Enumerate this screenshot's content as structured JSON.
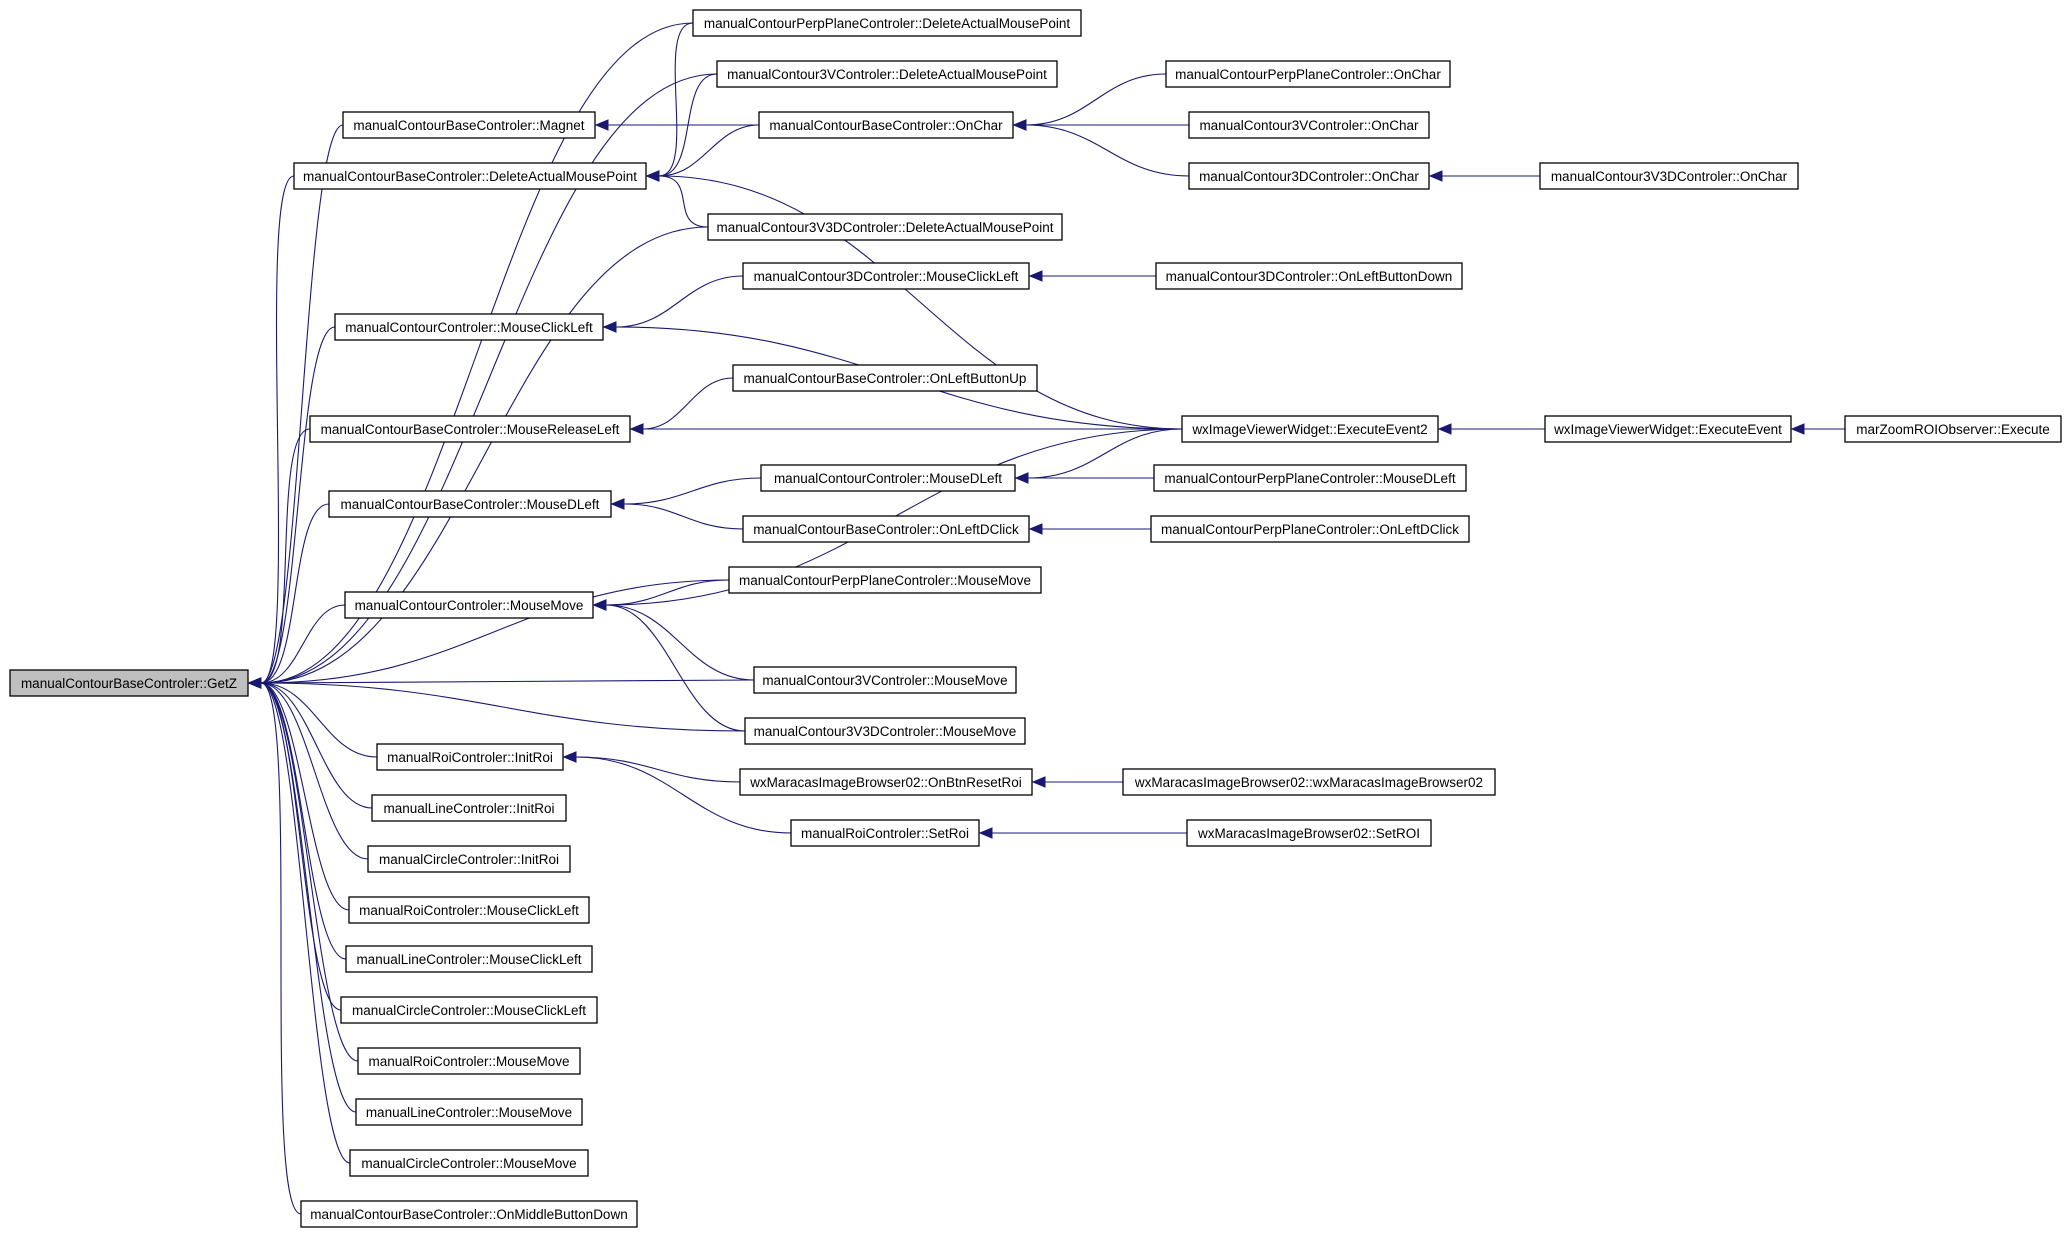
{
  "graph": {
    "root": "n_getz",
    "colors": {
      "edge": "#191970",
      "root_fill": "#bfbfbf",
      "node_fill": "#ffffff",
      "node_border": "#000000"
    },
    "nodes": [
      {
        "id": "n_getz",
        "label": "manualContourBaseControler::GetZ"
      },
      {
        "id": "n_pp_delete",
        "label": "manualContourPerpPlaneControler::DeleteActualMousePoint"
      },
      {
        "id": "n_3v_delete",
        "label": "manualContour3VControler::DeleteActualMousePoint"
      },
      {
        "id": "n_magnet",
        "label": "manualContourBaseControler::Magnet"
      },
      {
        "id": "n_base_onchar",
        "label": "manualContourBaseControler::OnChar"
      },
      {
        "id": "n_pp_onchar",
        "label": "manualContourPerpPlaneControler::OnChar"
      },
      {
        "id": "n_3v_onchar",
        "label": "manualContour3VControler::OnChar"
      },
      {
        "id": "n_3d_onchar",
        "label": "manualContour3DControler::OnChar"
      },
      {
        "id": "n_3v3d_onchar",
        "label": "manualContour3V3DControler::OnChar"
      },
      {
        "id": "n_base_delete",
        "label": "manualContourBaseControler::DeleteActualMousePoint"
      },
      {
        "id": "n_3v3d_delete",
        "label": "manualContour3V3DControler::DeleteActualMousePoint"
      },
      {
        "id": "n_3d_clickleft",
        "label": "manualContour3DControler::MouseClickLeft"
      },
      {
        "id": "n_3d_onleftdown",
        "label": "manualContour3DControler::OnLeftButtonDown"
      },
      {
        "id": "n_ctrl_clickleft",
        "label": "manualContourControler::MouseClickLeft"
      },
      {
        "id": "n_base_onleftup",
        "label": "manualContourBaseControler::OnLeftButtonUp"
      },
      {
        "id": "n_base_release",
        "label": "manualContourBaseControler::MouseReleaseLeft"
      },
      {
        "id": "n_execute2",
        "label": "wxImageViewerWidget::ExecuteEvent2"
      },
      {
        "id": "n_execute",
        "label": "wxImageViewerWidget::ExecuteEvent"
      },
      {
        "id": "n_zoom",
        "label": "marZoomROIObserver::Execute"
      },
      {
        "id": "n_ctrl_dleft",
        "label": "manualContourControler::MouseDLeft"
      },
      {
        "id": "n_pp_dleft",
        "label": "manualContourPerpPlaneControler::MouseDLeft"
      },
      {
        "id": "n_base_dleft",
        "label": "manualContourBaseControler::MouseDLeft"
      },
      {
        "id": "n_base_onleftdclick",
        "label": "manualContourBaseControler::OnLeftDClick"
      },
      {
        "id": "n_pp_onleftdclick",
        "label": "manualContourPerpPlaneControler::OnLeftDClick"
      },
      {
        "id": "n_pp_move",
        "label": "manualContourPerpPlaneControler::MouseMove"
      },
      {
        "id": "n_ctrl_move",
        "label": "manualContourControler::MouseMove"
      },
      {
        "id": "n_3v_move",
        "label": "manualContour3VControler::MouseMove"
      },
      {
        "id": "n_3v3d_move",
        "label": "manualContour3V3DControler::MouseMove"
      },
      {
        "id": "n_roi_initroi",
        "label": "manualRoiControler::InitRoi"
      },
      {
        "id": "n_onbtnreset",
        "label": "wxMaracasImageBrowser02::OnBtnResetRoi"
      },
      {
        "id": "n_browser_ctor",
        "label": "wxMaracasImageBrowser02::wxMaracasImageBrowser02"
      },
      {
        "id": "n_roi_setroi",
        "label": "manualRoiControler::SetRoi"
      },
      {
        "id": "n_browser_setroi",
        "label": "wxMaracasImageBrowser02::SetROI"
      },
      {
        "id": "n_line_initroi",
        "label": "manualLineControler::InitRoi"
      },
      {
        "id": "n_circle_initroi",
        "label": "manualCircleControler::InitRoi"
      },
      {
        "id": "n_roi_clickleft",
        "label": "manualRoiControler::MouseClickLeft"
      },
      {
        "id": "n_line_clickleft",
        "label": "manualLineControler::MouseClickLeft"
      },
      {
        "id": "n_circle_clickleft",
        "label": "manualCircleControler::MouseClickLeft"
      },
      {
        "id": "n_roi_move",
        "label": "manualRoiControler::MouseMove"
      },
      {
        "id": "n_line_move",
        "label": "manualLineControler::MouseMove"
      },
      {
        "id": "n_circle_move",
        "label": "manualCircleControler::MouseMove"
      },
      {
        "id": "n_base_middle",
        "label": "manualContourBaseControler::OnMiddleButtonDown"
      }
    ],
    "edges": [
      {
        "from": "n_pp_delete",
        "to": "n_getz"
      },
      {
        "from": "n_3v_delete",
        "to": "n_getz"
      },
      {
        "from": "n_magnet",
        "to": "n_getz"
      },
      {
        "from": "n_base_delete",
        "to": "n_getz"
      },
      {
        "from": "n_3v3d_delete",
        "to": "n_getz"
      },
      {
        "from": "n_ctrl_clickleft",
        "to": "n_getz"
      },
      {
        "from": "n_base_release",
        "to": "n_getz"
      },
      {
        "from": "n_base_dleft",
        "to": "n_getz"
      },
      {
        "from": "n_pp_move",
        "to": "n_getz"
      },
      {
        "from": "n_ctrl_move",
        "to": "n_getz"
      },
      {
        "from": "n_3v_move",
        "to": "n_getz"
      },
      {
        "from": "n_3v3d_move",
        "to": "n_getz"
      },
      {
        "from": "n_roi_initroi",
        "to": "n_getz"
      },
      {
        "from": "n_line_initroi",
        "to": "n_getz"
      },
      {
        "from": "n_circle_initroi",
        "to": "n_getz"
      },
      {
        "from": "n_roi_clickleft",
        "to": "n_getz"
      },
      {
        "from": "n_line_clickleft",
        "to": "n_getz"
      },
      {
        "from": "n_circle_clickleft",
        "to": "n_getz"
      },
      {
        "from": "n_roi_move",
        "to": "n_getz"
      },
      {
        "from": "n_line_move",
        "to": "n_getz"
      },
      {
        "from": "n_circle_move",
        "to": "n_getz"
      },
      {
        "from": "n_base_middle",
        "to": "n_getz"
      },
      {
        "from": "n_base_onchar",
        "to": "n_magnet"
      },
      {
        "from": "n_pp_delete",
        "to": "n_base_delete"
      },
      {
        "from": "n_3v_delete",
        "to": "n_base_delete"
      },
      {
        "from": "n_base_onchar",
        "to": "n_base_delete"
      },
      {
        "from": "n_3v3d_delete",
        "to": "n_base_delete"
      },
      {
        "from": "n_execute2",
        "to": "n_base_delete"
      },
      {
        "from": "n_pp_onchar",
        "to": "n_base_onchar"
      },
      {
        "from": "n_3v_onchar",
        "to": "n_base_onchar"
      },
      {
        "from": "n_3d_onchar",
        "to": "n_base_onchar"
      },
      {
        "from": "n_3v3d_onchar",
        "to": "n_3d_onchar"
      },
      {
        "from": "n_3d_clickleft",
        "to": "n_ctrl_clickleft"
      },
      {
        "from": "n_execute2",
        "to": "n_ctrl_clickleft"
      },
      {
        "from": "n_3d_onleftdown",
        "to": "n_3d_clickleft"
      },
      {
        "from": "n_base_onleftup",
        "to": "n_base_release"
      },
      {
        "from": "n_execute2",
        "to": "n_base_release"
      },
      {
        "from": "n_execute",
        "to": "n_execute2"
      },
      {
        "from": "n_zoom",
        "to": "n_execute"
      },
      {
        "from": "n_ctrl_dleft",
        "to": "n_base_dleft"
      },
      {
        "from": "n_base_onleftdclick",
        "to": "n_base_dleft"
      },
      {
        "from": "n_execute2",
        "to": "n_ctrl_dleft"
      },
      {
        "from": "n_pp_dleft",
        "to": "n_ctrl_dleft"
      },
      {
        "from": "n_pp_onleftdclick",
        "to": "n_base_onleftdclick"
      },
      {
        "from": "n_pp_move",
        "to": "n_ctrl_move"
      },
      {
        "from": "n_execute2",
        "to": "n_ctrl_move"
      },
      {
        "from": "n_3v_move",
        "to": "n_ctrl_move"
      },
      {
        "from": "n_3v3d_move",
        "to": "n_ctrl_move"
      },
      {
        "from": "n_onbtnreset",
        "to": "n_roi_initroi"
      },
      {
        "from": "n_roi_setroi",
        "to": "n_roi_initroi"
      },
      {
        "from": "n_browser_ctor",
        "to": "n_onbtnreset"
      },
      {
        "from": "n_browser_setroi",
        "to": "n_roi_setroi"
      }
    ]
  }
}
